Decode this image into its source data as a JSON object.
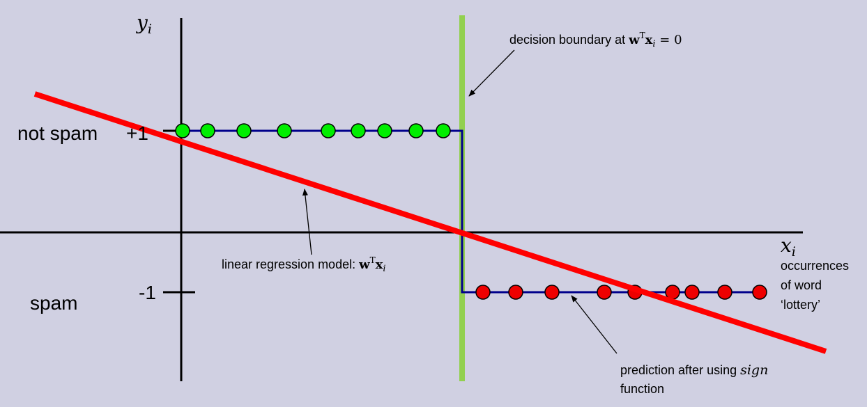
{
  "axes": {
    "y_label": {
      "var": "y",
      "sub": "i"
    },
    "x_label": {
      "var": "x",
      "sub": "i"
    },
    "x_caption": [
      "occurrences",
      "of  word",
      "‘lottery’"
    ],
    "tick_plus": "+1",
    "tick_minus": "-1"
  },
  "class_labels": {
    "positive": "not spam",
    "negative": "spam"
  },
  "annotations": {
    "boundary": {
      "prefix": "decision boundary at ",
      "w": "w",
      "T": "T",
      "x": "x",
      "sub": "i",
      "suffix": " = 0"
    },
    "regression": {
      "prefix": "linear regression model: ",
      "w": "w",
      "T": "T",
      "x": "x",
      "sub": "i"
    },
    "prediction": {
      "line1_prefix": "prediction after using ",
      "line1_math": "sign",
      "line2": "function"
    }
  },
  "colors": {
    "background": "#d0d0e2",
    "regression_line": "#ff0000",
    "step_line": "#00008b",
    "boundary_line": "#92d050",
    "positive_points": "#00ee00",
    "negative_points": "#ee0000"
  }
}
